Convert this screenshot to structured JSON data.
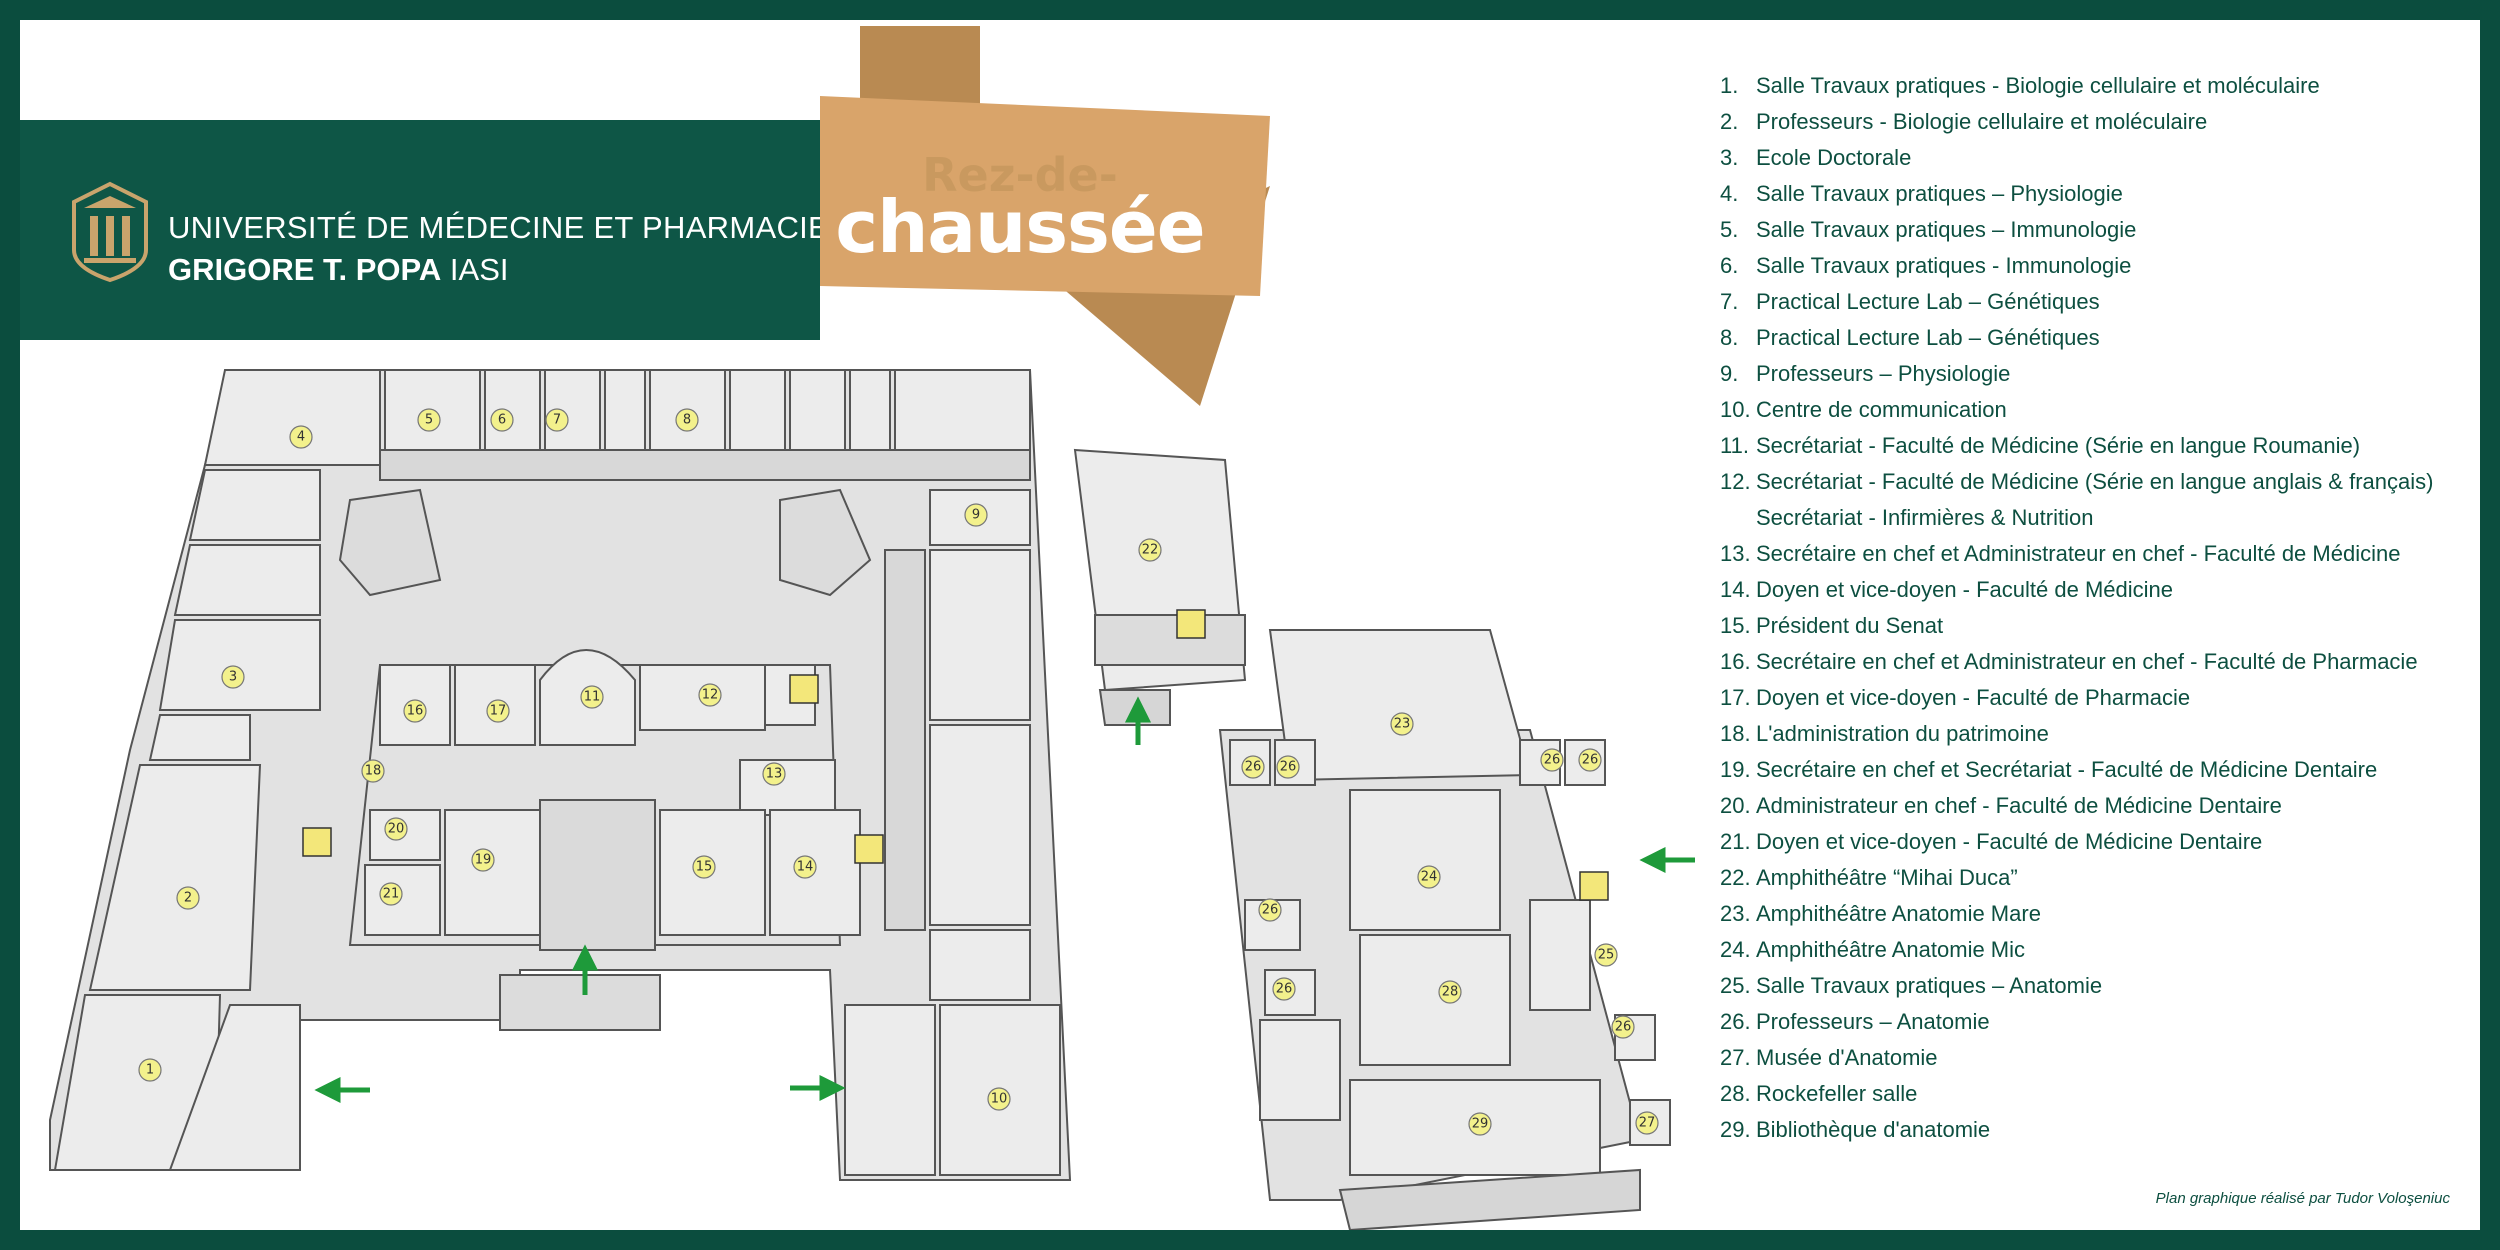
{
  "header": {
    "university_line1": "UNIVERSITÉ DE MÉDECINE ET PHARMACIE",
    "university_line2_bold": "GRIGORE T. POPA",
    "university_line2_rest": " IASI",
    "floor_title_small": "Rez-de-",
    "floor_title_big": "chaussée"
  },
  "colors": {
    "frame": "#0b4d3e",
    "banner": "#0e5646",
    "ribbon": "#d9a46a",
    "legend_text": "#0d4f40",
    "room_marker": "#f3f18c",
    "arrow": "#1e9a3a"
  },
  "legend": [
    {
      "num": "1.",
      "text": "Salle Travaux pratiques - Biologie cellulaire et moléculaire"
    },
    {
      "num": "2.",
      "text": "Professeurs - Biologie cellulaire et moléculaire"
    },
    {
      "num": "3.",
      "text": "Ecole Doctorale"
    },
    {
      "num": "4.",
      "text": "Salle Travaux pratiques – Physiologie"
    },
    {
      "num": "5.",
      "text": "Salle Travaux pratiques – Immunologie"
    },
    {
      "num": "6.",
      "text": "Salle Travaux pratiques - Immunologie"
    },
    {
      "num": "7.",
      "text": "Practical Lecture Lab – Génétiques"
    },
    {
      "num": "8.",
      "text": "Practical Lecture Lab – Génétiques"
    },
    {
      "num": "9.",
      "text": "Professeurs – Physiologie"
    },
    {
      "num": "10.",
      "text": "Centre de communication"
    },
    {
      "num": "11.",
      "text": "Secrétariat - Faculté de Médicine (Série en langue Roumanie)"
    },
    {
      "num": "12.",
      "text": "Secrétariat - Faculté de Médicine (Série en langue anglais & français)"
    },
    {
      "num": "",
      "text": "Secrétariat - Infirmières & Nutrition"
    },
    {
      "num": "13.",
      "text": "Secrétaire en chef et Administrateur en chef - Faculté de Médicine"
    },
    {
      "num": "14.",
      "text": "Doyen et vice-doyen - Faculté de Médicine"
    },
    {
      "num": "15.",
      "text": "Président du Senat"
    },
    {
      "num": "16.",
      "text": "Secrétaire en chef et Administrateur en chef - Faculté de Pharmacie"
    },
    {
      "num": "17.",
      "text": "Doyen et vice-doyen - Faculté de Pharmacie"
    },
    {
      "num": "18.",
      "text": "L'administration du patrimoine"
    },
    {
      "num": "19.",
      "text": "Secrétaire en chef et Secrétariat - Faculté de Médicine Dentaire"
    },
    {
      "num": "20.",
      "text": "Administrateur en chef - Faculté de Médicine Dentaire"
    },
    {
      "num": "21.",
      "text": "Doyen et vice-doyen - Faculté de Médicine Dentaire"
    },
    {
      "num": "22.",
      "text": "Amphithéâtre “Mihai Duca”"
    },
    {
      "num": "23.",
      "text": "Amphithéâtre Anatomie Mare"
    },
    {
      "num": "24.",
      "text": "Amphithéâtre Anatomie Mic"
    },
    {
      "num": "25.",
      "text": "Salle Travaux pratiques – Anatomie"
    },
    {
      "num": "26.",
      "text": "Professeurs – Anatomie"
    },
    {
      "num": "27.",
      "text": "Musée d'Anatomie"
    },
    {
      "num": "28.",
      "text": "Rockefeller salle"
    },
    {
      "num": "29.",
      "text": "Bibliothèque d'anatomie"
    }
  ],
  "room_markers": [
    "1",
    "2",
    "3",
    "4",
    "5",
    "6",
    "7",
    "8",
    "9",
    "10",
    "11",
    "12",
    "13",
    "14",
    "15",
    "16",
    "17",
    "18",
    "19",
    "20",
    "21",
    "22",
    "23",
    "24",
    "25",
    "26",
    "26",
    "26",
    "26",
    "26",
    "26",
    "26",
    "27",
    "28",
    "29"
  ],
  "credit": "Plan graphique réalisé par Tudor Voloşeniuc"
}
